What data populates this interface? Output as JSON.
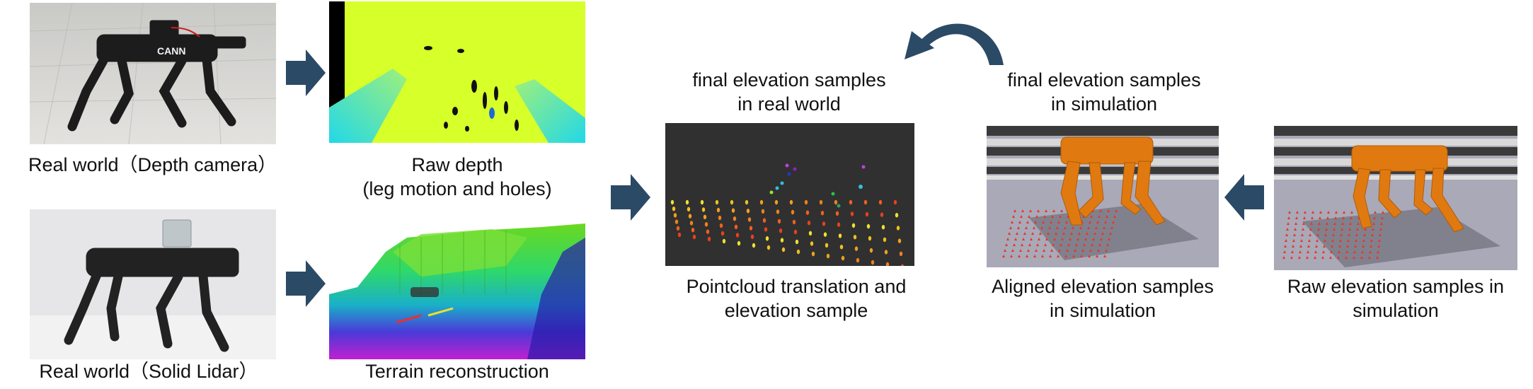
{
  "captions": {
    "real_depth": "Real world（Depth camera）",
    "raw_depth_1": "Raw depth",
    "raw_depth_2": "(leg motion and holes)",
    "real_lidar": "Real world（Solid Lidar）",
    "terrain": "Terrain reconstruction",
    "real_final_1": "final elevation samples",
    "real_final_2": "in real world",
    "pointcloud_1": "Pointcloud translation and",
    "pointcloud_2": "elevation sample",
    "sim_final_1": "final elevation samples",
    "sim_final_2": "in simulation",
    "aligned_1": "Aligned elevation samples",
    "aligned_2": "in simulation",
    "raw_sim_1": "Raw elevation samples in",
    "raw_sim_2": "simulation"
  },
  "photo_text": {
    "robot_logo": "CANN"
  },
  "colors": {
    "arrow": "#2b4a66",
    "depth_yellow": "#d7ff2a",
    "depth_cyan": "#2fe6e0",
    "pointcloud_bg": "#303030",
    "robot_orange": "#e07a10",
    "sample_red": "#e8352a",
    "sim_floor": "#a9a9b8"
  },
  "icons": [
    "right-arrow-icon",
    "curved-arrow-icon",
    "left-arrow-icon"
  ]
}
